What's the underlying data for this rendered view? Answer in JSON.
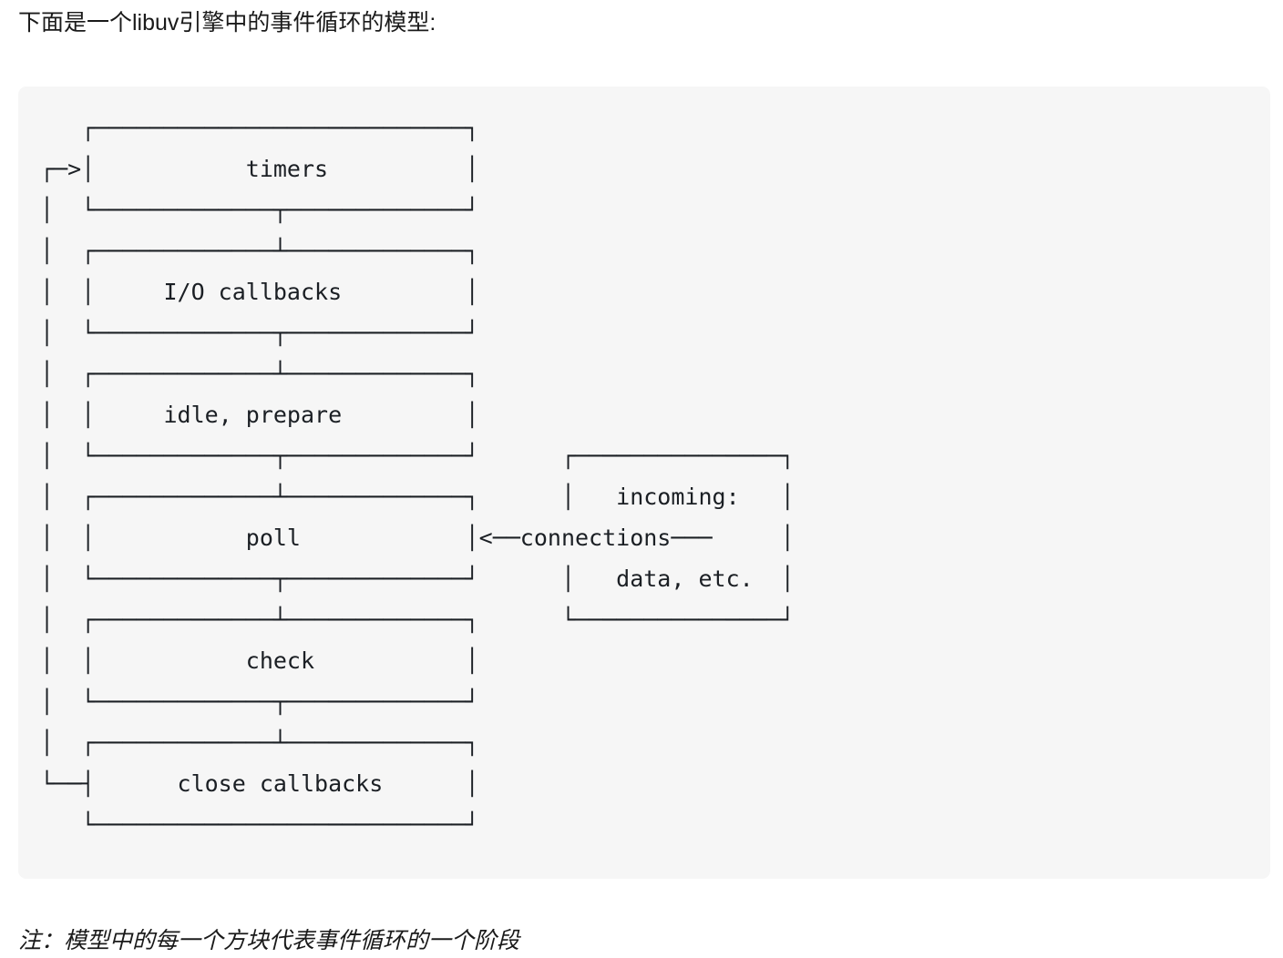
{
  "intro": {
    "text": "下面是一个libuv引擎中的事件循环的模型:"
  },
  "diagram": {
    "ascii": "   ┌───────────────────────────┐\n┌─>│           timers          │\n│  └─────────────┬─────────────┘\n│  ┌─────────────┴─────────────┐\n│  │     I/O callbacks         │\n│  └─────────────┬─────────────┘\n│  ┌─────────────┴─────────────┐\n│  │     idle, prepare         │\n│  └─────────────┬─────────────┘      ┌───────────────┐\n│  ┌─────────────┴─────────────┐      │   incoming:   │\n│  │           poll            │<──connections───     │\n│  └─────────────┬─────────────┘      │   data, etc.  │\n│  ┌─────────────┴─────────────┐      └───────────────┘\n│  │           check           │\n│  └─────────────┬─────────────┘\n│  ┌─────────────┴─────────────┐\n└──┤      close callbacks      │\n   └───────────────────────────┘",
    "phases": [
      "timers",
      "I/O callbacks",
      "idle, prepare",
      "poll",
      "check",
      "close callbacks"
    ],
    "side_box_lines": [
      "incoming:",
      "connections",
      "data, etc."
    ],
    "colors": {
      "code_block_background": "#f6f6f6",
      "diagram_ink": "#1b1f24",
      "page_background": "#ffffff"
    }
  },
  "note": {
    "text": "注：模型中的每一个方块代表事件循环的一个阶段"
  }
}
